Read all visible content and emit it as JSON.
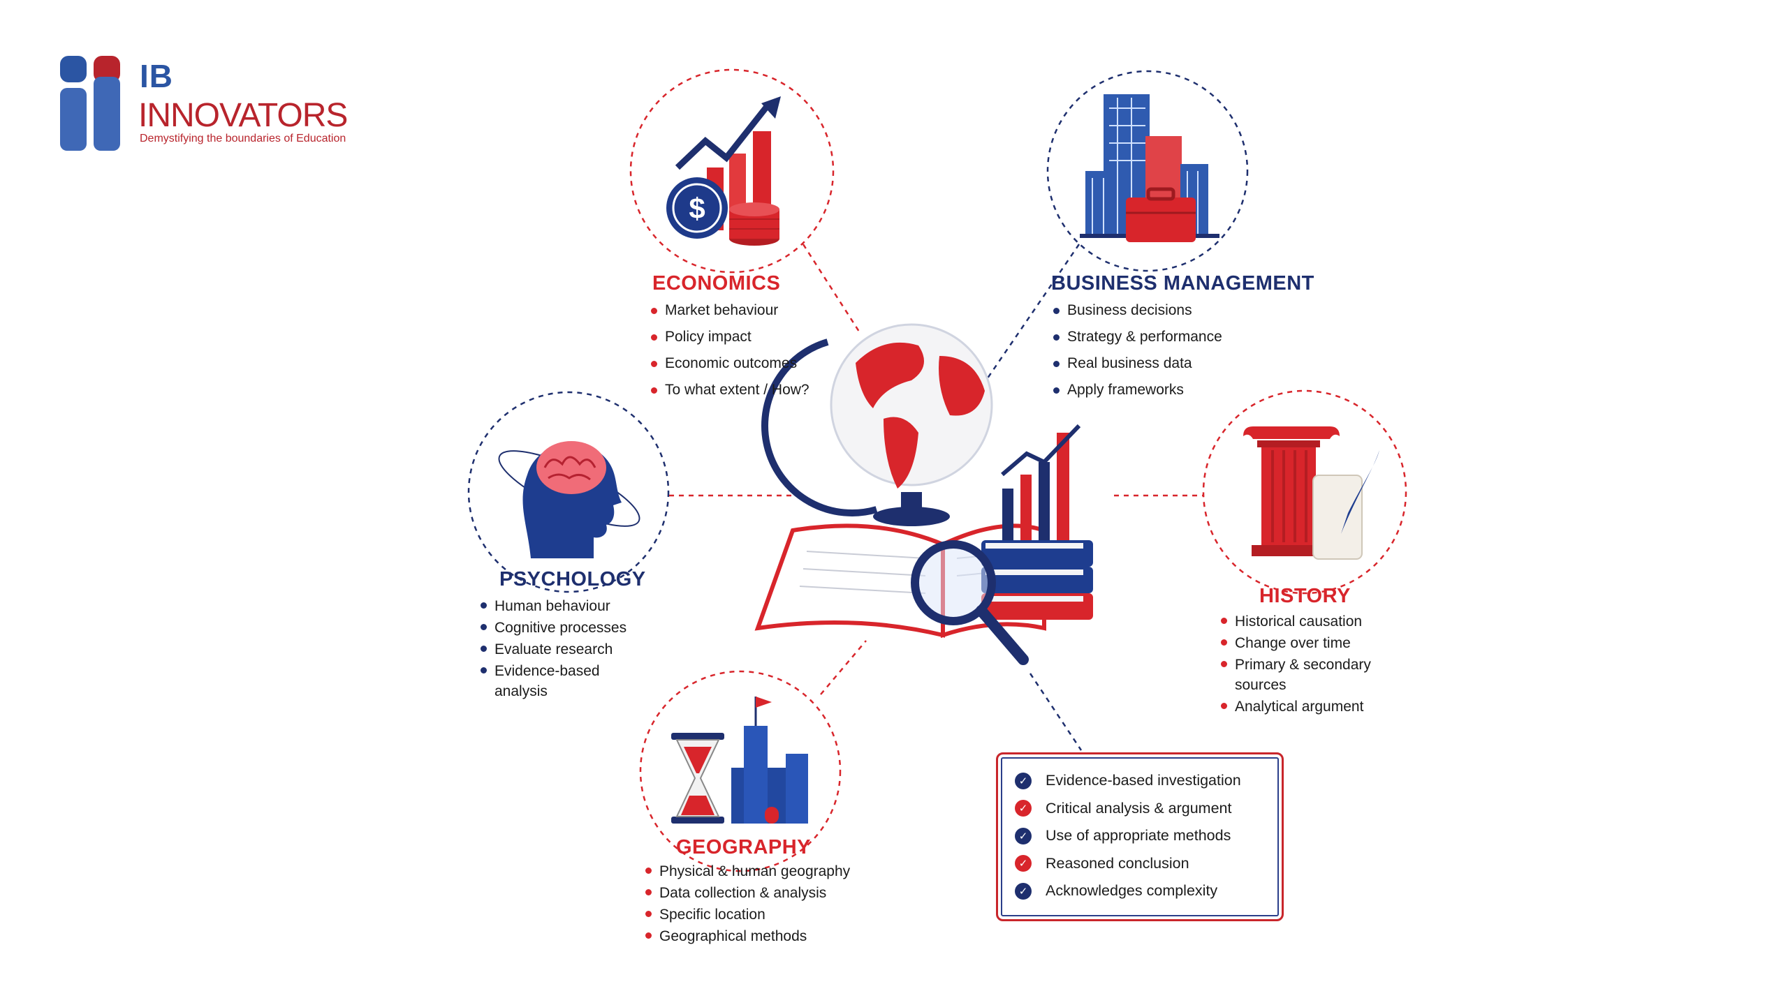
{
  "logo": {
    "ib": "IB",
    "name": "INNOVATORS",
    "tagline": "Demystifying the boundaries of Education"
  },
  "economics": {
    "title": "ECONOMICS",
    "points": [
      "Market behaviour",
      "Policy impact",
      "Economic outcomes",
      "To what extent / How?"
    ],
    "icon": "economics-growth-icon",
    "dollar_sign": "$"
  },
  "business": {
    "title": "BUSINESS MANAGEMENT",
    "points": [
      "Business decisions",
      "Strategy & performance",
      "Real business data",
      "Apply frameworks"
    ],
    "icon": "buildings-briefcase-icon"
  },
  "psychology": {
    "title": "PSYCHOLOGY",
    "points": [
      "Human behaviour",
      "Cognitive processes",
      "Evaluate research",
      "Evidence-based analysis"
    ],
    "icon": "head-brain-icon"
  },
  "history": {
    "title": "HISTORY",
    "points": [
      "Historical causation",
      "Change over time",
      "Primary & secondary sources",
      "Analytical argument"
    ],
    "icon": "column-scroll-quill-icon"
  },
  "geography": {
    "title": "GEOGRAPHY",
    "points": [
      "Physical & human geography",
      "Data collection & analysis",
      "Specific location",
      "Geographical methods"
    ],
    "icon": "hourglass-castle-icon"
  },
  "checklist": {
    "items": [
      {
        "text": "Evidence-based investigation",
        "color": "#1e2f6e"
      },
      {
        "text": "Critical analysis & argument",
        "color": "#d8252b"
      },
      {
        "text": "Use of appropriate methods",
        "color": "#1e2f6e"
      },
      {
        "text": "Reasoned conclusion",
        "color": "#d8252b"
      },
      {
        "text": "Acknowledges complexity",
        "color": "#1e2f6e"
      }
    ]
  },
  "center": {
    "icon": "globe-book-magnifier-icon"
  },
  "colors": {
    "accent_red": "#d8252b",
    "accent_navy": "#1e2f6e",
    "brand_blue": "#2b55a3"
  }
}
